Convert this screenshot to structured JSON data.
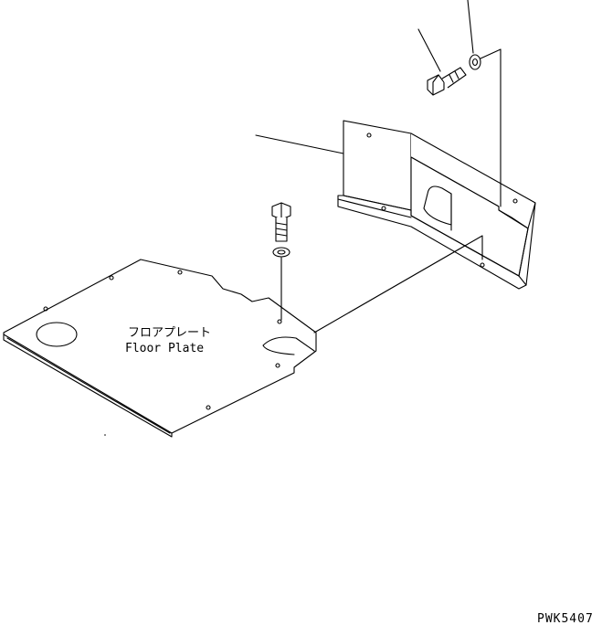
{
  "figure": {
    "label_jp": "フロアプレート",
    "label_en": "Floor Plate",
    "drawing_code": "PWK5407"
  },
  "icons": [
    "bolt-icon",
    "washer-icon"
  ]
}
